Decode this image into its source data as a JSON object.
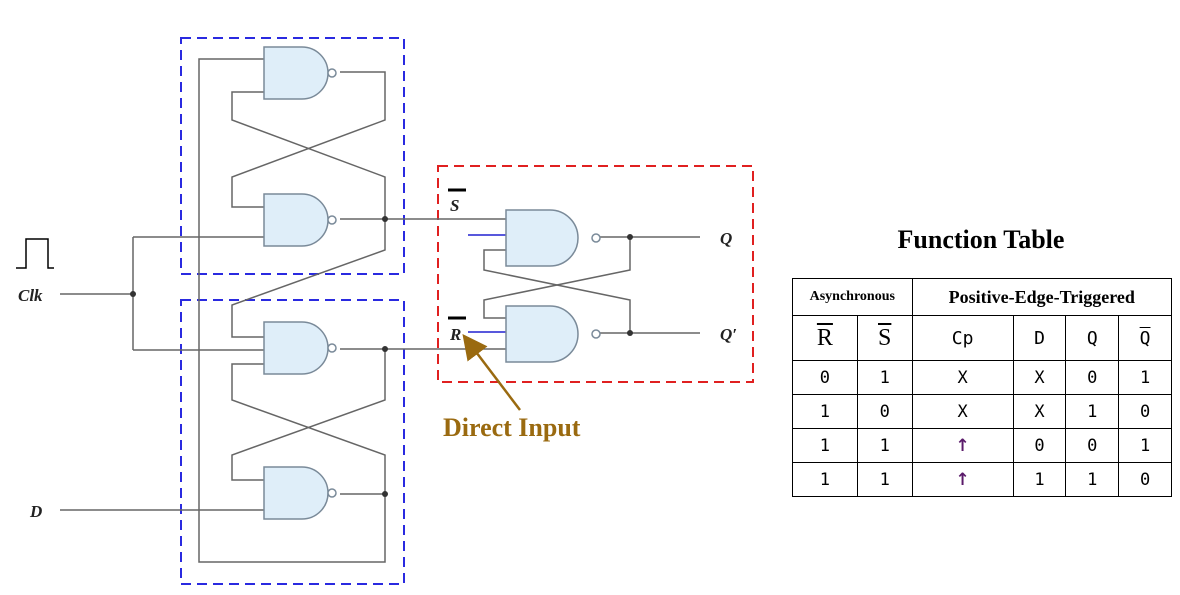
{
  "circuit": {
    "labels": {
      "clk": "Clk",
      "d": "D",
      "s_bar": "S",
      "r_bar": "R",
      "q": "Q",
      "q_prime": "Q′"
    },
    "annotation": "Direct Input",
    "colors": {
      "latch_box": "#2a2ae0",
      "output_latch_box": "#e02020",
      "gate_fill": "#dfeef9",
      "gate_stroke": "#7a8a99",
      "wire": "#666666",
      "direct_input_wire": "#2020d0",
      "annotation": "#9a6a10"
    }
  },
  "function_table": {
    "title": "Function Table",
    "groups": [
      "Asynchronous",
      "Positive-Edge-Triggered"
    ],
    "columns": [
      "R",
      "S",
      "Cp",
      "D",
      "Q",
      "Q"
    ],
    "rows": [
      [
        "0",
        "1",
        "X",
        "X",
        "0",
        "1"
      ],
      [
        "1",
        "0",
        "X",
        "X",
        "1",
        "0"
      ],
      [
        "1",
        "1",
        "↑",
        "0",
        "0",
        "1"
      ],
      [
        "1",
        "1",
        "↑",
        "1",
        "1",
        "0"
      ]
    ]
  }
}
